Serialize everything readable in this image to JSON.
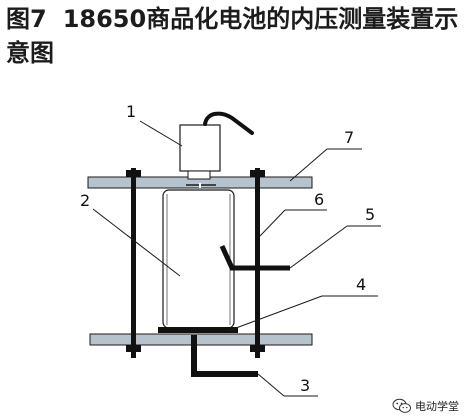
{
  "caption": {
    "figure_no": "图7",
    "title": "18650商品化电池的内压测量装置示意图"
  },
  "labels": {
    "l1": "1",
    "l2": "2",
    "l3": "3",
    "l4": "4",
    "l5": "5",
    "l6": "6",
    "l7": "7"
  },
  "watermark": {
    "icon": "wechat-icon",
    "text": "电动学堂"
  },
  "colors": {
    "plate_fill": "#b7c3cc",
    "line": "#1a1a1a",
    "rod": "#111111"
  }
}
